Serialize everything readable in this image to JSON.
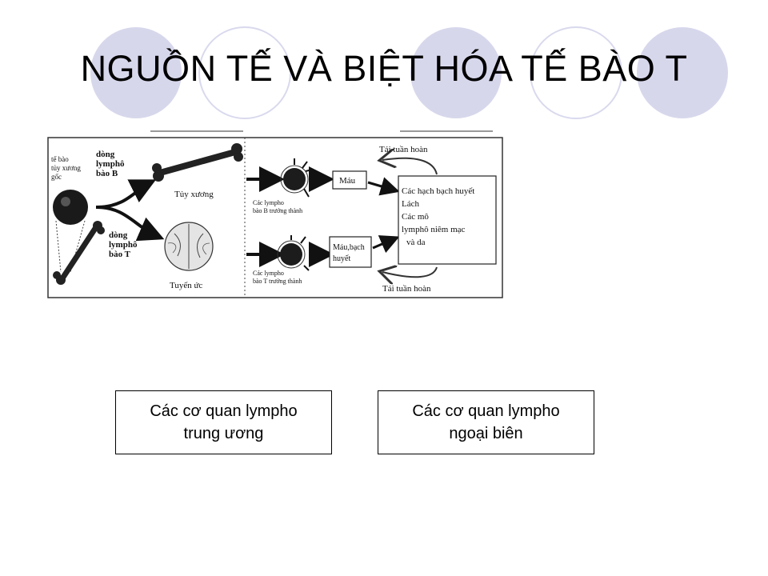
{
  "title": "NGUỒN TẾ VÀ BIỆT HÓA TẾ BÀO T",
  "theme": {
    "circle_fill": "#d7d7ec",
    "circle_stroke": "#d7d7ec",
    "ring_stroke": "#d9d9ee"
  },
  "diagram": {
    "stem_cell_label": [
      "tế bào",
      "tủy xương",
      "gốc"
    ],
    "b_line_label": [
      "dòng",
      "lymphô",
      "bào B"
    ],
    "t_line_label": [
      "dòng",
      "lymphô",
      "bào T"
    ],
    "bone_marrow": "Tủy xương",
    "thymus": "Tuyến ức",
    "mature_b": [
      "Các lympho",
      "bào B trưởng thành"
    ],
    "mature_t": [
      "Các lympho",
      "bào T trưởng thành"
    ],
    "blood": "Máu",
    "blood_lymph": [
      "Máu,bạch",
      "huyết"
    ],
    "peripheral_organs": [
      "Các hạch bạch huyết",
      "Lách",
      "Các mô",
      "lymphô niêm mạc",
      "và da"
    ],
    "recirculation_top": "Tái tuần hoàn",
    "recirculation_bottom": "Tái tuần hoàn"
  },
  "boxes": {
    "central": [
      "Các cơ quan lympho",
      "trung ương"
    ],
    "peripheral": [
      "Các cơ quan lympho",
      "ngoại biên"
    ]
  }
}
